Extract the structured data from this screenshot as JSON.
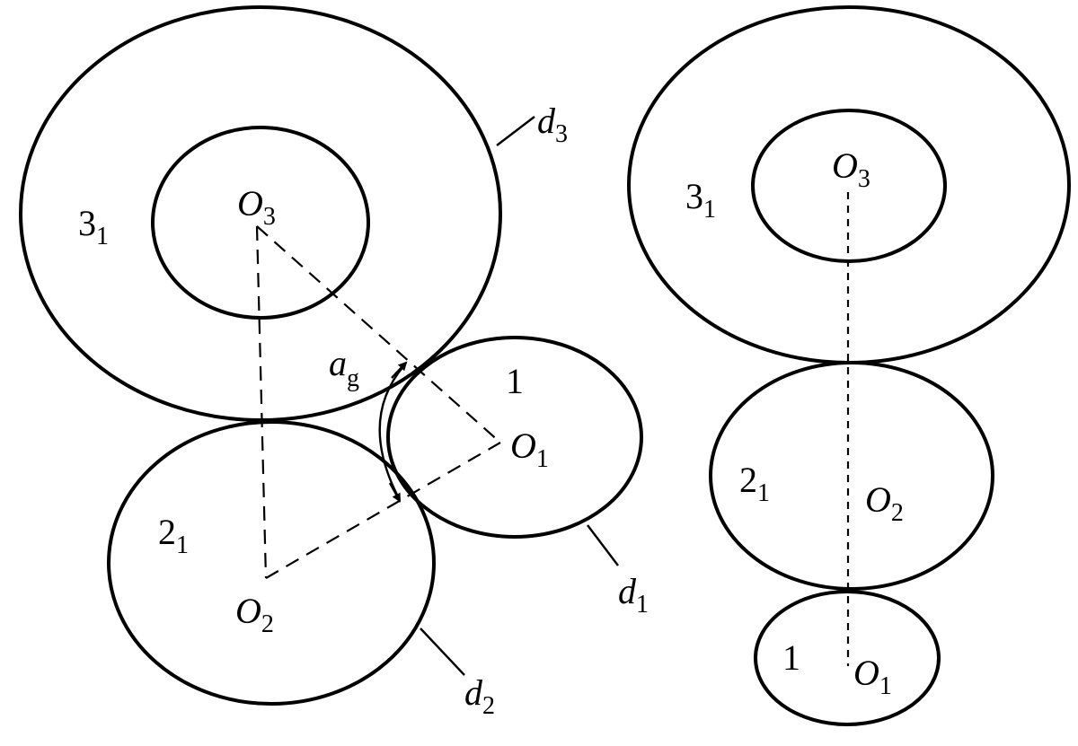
{
  "left_diagram": {
    "gear_3_label": {
      "main": "3",
      "sub": "1"
    },
    "gear_2_label": {
      "main": "2",
      "sub": "1"
    },
    "gear_1_label": "1",
    "center_o3": {
      "main": "O",
      "sub": "3"
    },
    "center_o2": {
      "main": "O",
      "sub": "2"
    },
    "center_o1": {
      "main": "O",
      "sub": "1"
    },
    "dim_d3": {
      "main": "d",
      "sub": "3"
    },
    "dim_d2": {
      "main": "d",
      "sub": "2"
    },
    "dim_d1": {
      "main": "d",
      "sub": "1"
    },
    "angle_ag": {
      "main": "a",
      "sub": "g"
    }
  },
  "right_diagram": {
    "gear_3_label": {
      "main": "3",
      "sub": "1"
    },
    "gear_2_label": {
      "main": "2",
      "sub": "1"
    },
    "gear_1_label": "1",
    "center_o3": {
      "main": "O",
      "sub": "3"
    },
    "center_o2": {
      "main": "O",
      "sub": "2"
    },
    "center_o1": {
      "main": "O",
      "sub": "1"
    }
  }
}
